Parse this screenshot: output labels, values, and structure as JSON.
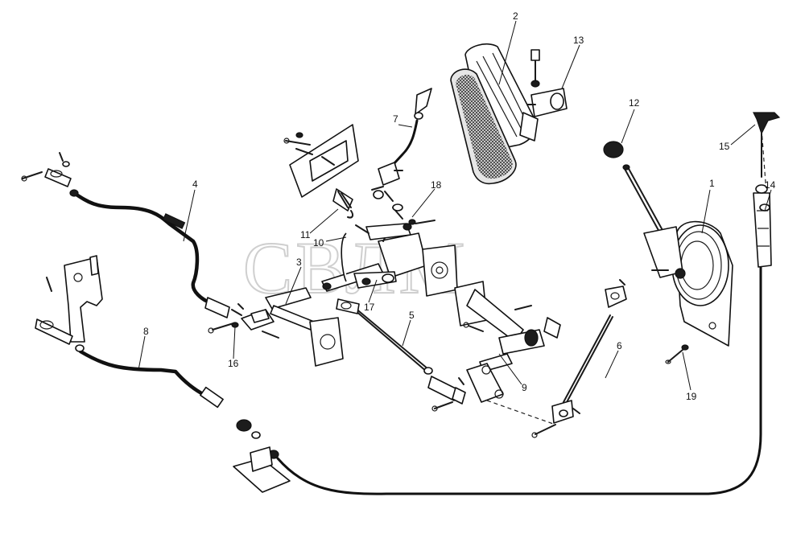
{
  "watermark": "СВЛМ",
  "callouts": [
    {
      "id": "1",
      "name": "callout-1"
    },
    {
      "id": "2",
      "name": "callout-2"
    },
    {
      "id": "3",
      "name": "callout-3"
    },
    {
      "id": "4",
      "name": "callout-4"
    },
    {
      "id": "5",
      "name": "callout-5"
    },
    {
      "id": "6",
      "name": "callout-6"
    },
    {
      "id": "7",
      "name": "callout-7"
    },
    {
      "id": "8",
      "name": "callout-8"
    },
    {
      "id": "9",
      "name": "callout-9"
    },
    {
      "id": "10",
      "name": "callout-10"
    },
    {
      "id": "11",
      "name": "callout-11"
    },
    {
      "id": "12",
      "name": "callout-12"
    },
    {
      "id": "13",
      "name": "callout-13"
    },
    {
      "id": "14",
      "name": "callout-14"
    },
    {
      "id": "15",
      "name": "callout-15"
    },
    {
      "id": "16",
      "name": "callout-16"
    },
    {
      "id": "17",
      "name": "callout-17"
    },
    {
      "id": "18",
      "name": "callout-18"
    },
    {
      "id": "19",
      "name": "callout-19"
    }
  ]
}
